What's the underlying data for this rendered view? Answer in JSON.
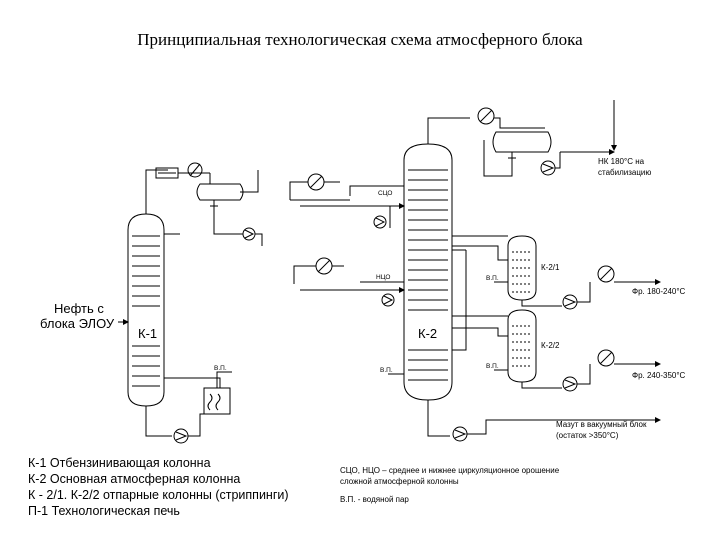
{
  "title": "Принципиальная технологическая схема атмосферного блока",
  "feed_label": [
    "Нефть с",
    "блока ЭЛОУ"
  ],
  "columns": {
    "k1": "К-1",
    "k2": "К-2",
    "k21": "К-2/1",
    "k22": "К-2/2"
  },
  "stream_labels": {
    "naphtha": [
      "НК 180°С на",
      "стабилизацию"
    ],
    "fr180": "Фр. 180-240°С",
    "fr240": "Фр. 240-350°С",
    "mazut": [
      "Мазут в вакуумный блок",
      "(остаток >350°С)"
    ],
    "sco": "СЦО",
    "nco": "НЦО",
    "vp1": "В.П.",
    "vp2": "В.П.",
    "vp3": "В.П.",
    "vp4": "В.П."
  },
  "legend": [
    "К-1 Отбензинивающая колонна",
    "К-2 Основная атмосферная колонна",
    "К - 2/1. К-2/2 отпарные колонны (стриппинги)",
    "П-1 Технологическая печь"
  ],
  "notes": [
    "СЦО, НЦО – среднее и нижнее циркуляционное орошение",
    "сложной атмосферной колонны",
    "В.П. - водяной пар"
  ]
}
